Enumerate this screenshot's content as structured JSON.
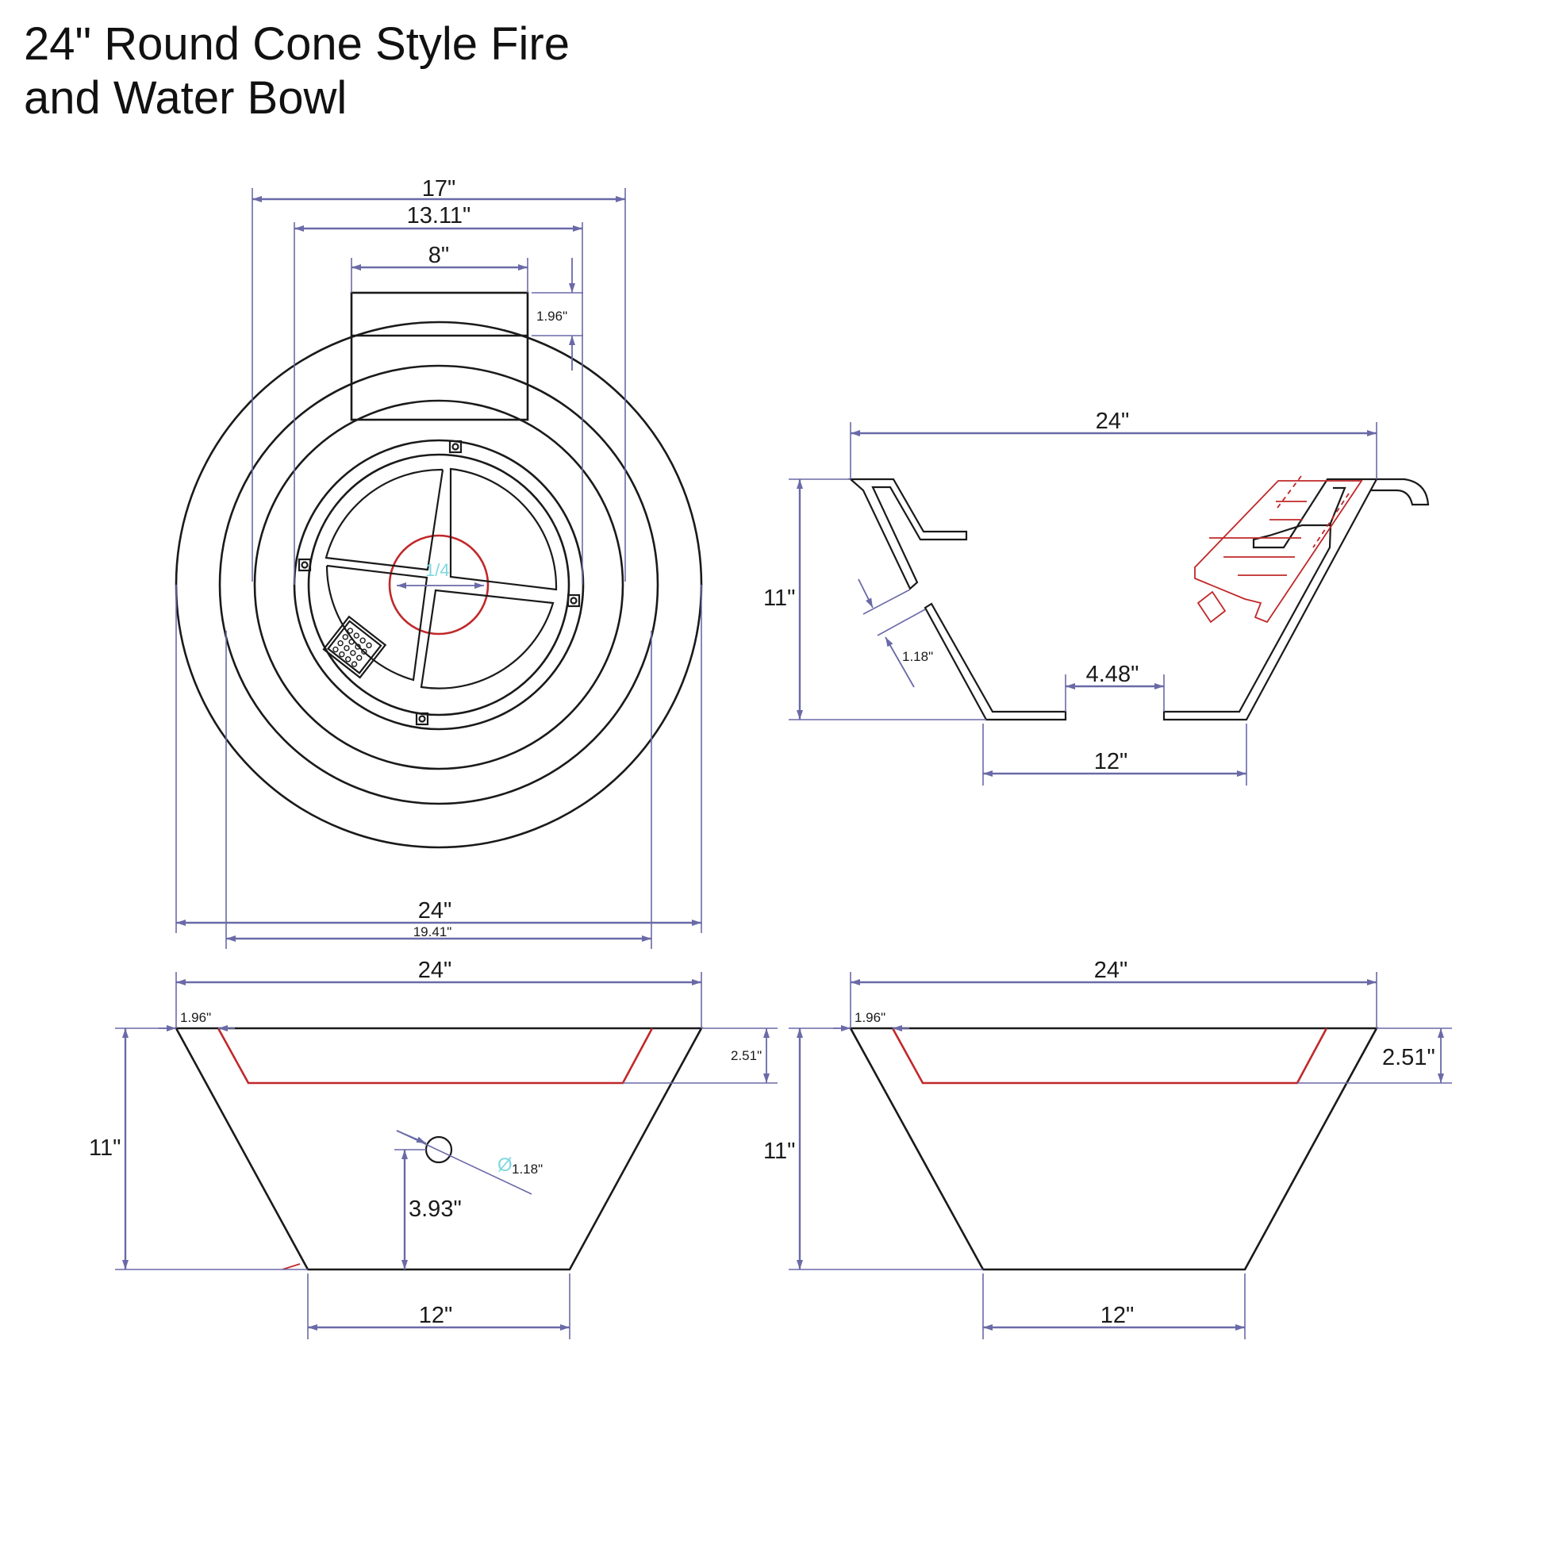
{
  "title": {
    "line1": "24\" Round Cone Style Fire",
    "line2": "and Water Bowl"
  },
  "colors": {
    "outline": "#1a1a1a",
    "dimension": "#6a6aa8",
    "hidden_red": "#c0282a",
    "cyan_mark": "#7fd7e0"
  },
  "top_view": {
    "dim_17": "17\"",
    "dim_13_11": "13.11\"",
    "dim_8": "8\"",
    "dim_1_96": "1.96\"",
    "dim_24": "24\"",
    "dim_19_41": "19.41\"",
    "center_mark": "1/4"
  },
  "section_view": {
    "dim_24": "24\"",
    "dim_11": "11\"",
    "dim_1_18": "1.18\"",
    "dim_4_48": "4.48\"",
    "dim_12": "12\""
  },
  "front_view": {
    "dim_24": "24\"",
    "dim_1_96": "1.96\"",
    "dim_2_51": "2.51\"",
    "dim_11": "11\"",
    "diameter_symbol": "Ø",
    "dim_hole": "1.18\"",
    "dim_3_93": "3.93\"",
    "dim_12": "12\""
  },
  "side_view": {
    "dim_24": "24\"",
    "dim_1_96": "1.96\"",
    "dim_2_51": "2.51\"",
    "dim_11": "11\"",
    "dim_12": "12\""
  }
}
